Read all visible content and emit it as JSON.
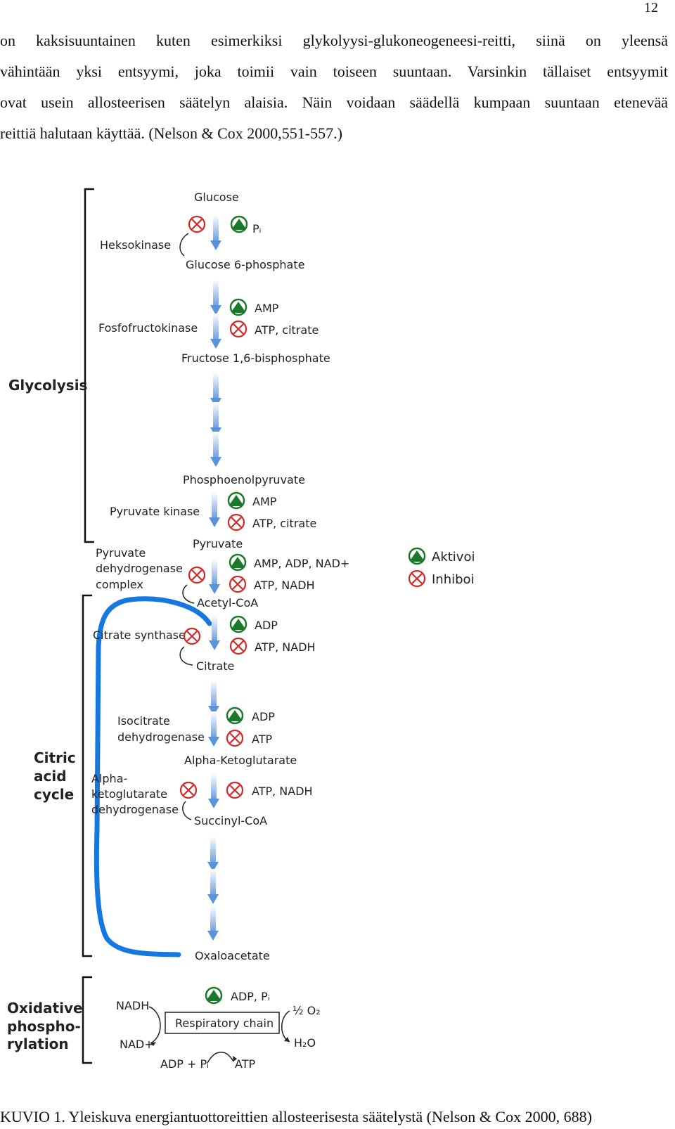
{
  "page_number": "12",
  "paragraph_lines": [
    "on kaksisuuntainen kuten esimerkiksi glykolyysi-glukoneogeneesi-reitti, siinä on yleensä",
    "vähintään yksi entsyymi, joka toimii vain toiseen suuntaan. Varsinkin tällaiset entsyymit",
    "ovat usein allosteerisen säätelyn alaisia. Näin voidaan säädellä kumpaan suuntaan etenevää",
    "reittiä halutaan käyttää. (Nelson & Cox 2000,551-557.)"
  ],
  "diagram": {
    "sections": [
      "Glycolysis",
      "Citric",
      "acid",
      "cycle",
      "Oxidative",
      "phospho-",
      "rylation"
    ],
    "metabolites": {
      "glucose": "Glucose",
      "g6p": "Glucose 6-phosphate",
      "f16bp": "Fructose 1,6-bisphosphate",
      "pep": "Phosphoenolpyruvate",
      "pyruvate": "Pyruvate",
      "acetylcoa": "Acetyl-CoA",
      "citrate": "Citrate",
      "akg": "Alpha-Ketoglutarate",
      "succcoa": "Succinyl-CoA",
      "oxaloacetate": "Oxaloacetate"
    },
    "enzymes": {
      "hexokinase": "Heksokinase",
      "pfk": "Fosfofructokinase",
      "pk": "Pyruvate kinase",
      "pdh": [
        "Pyruvate",
        "dehydrogenase",
        "complex"
      ],
      "cs": "Citrate synthase",
      "idh": [
        "Isocitrate",
        "dehydrogenase"
      ],
      "akgdh": [
        "Alpha-",
        "ketoglutarate",
        "dehydrogenase"
      ]
    },
    "effectors": {
      "hk_act": "Pᵢ",
      "pfk_act": "AMP",
      "pfk_inh": "ATP, citrate",
      "pk_act": "AMP",
      "pk_inh": "ATP, citrate",
      "pdh_act": "AMP, ADP, NAD+",
      "pdh_inh": "ATP, NADH",
      "cs_act": "ADP",
      "cs_inh": "ATP, NADH",
      "idh_act": "ADP",
      "idh_inh": "ATP",
      "akgdh_inh": "ATP, NADH"
    },
    "oxphos": {
      "chain": "Respiratory chain",
      "nadh": "NADH",
      "nad": "NAD+",
      "adp_pi": "ADP + Pᵢ",
      "atp": "ATP",
      "activator": "ADP, Pᵢ",
      "o2": "½ O₂",
      "h2o": "H₂O"
    },
    "legend": {
      "activate": "Aktivoi",
      "inhibit": "Inhiboi"
    },
    "colors": {
      "activate": "#1a7a2a",
      "inhibit": "#d42828",
      "cycle": "#1478e0",
      "arrow": "#6a9fe0"
    }
  },
  "caption": "KUVIO 1. Yleiskuva energiantuottoreittien allosteerisesta säätelystä (Nelson & Cox 2000, 688)"
}
